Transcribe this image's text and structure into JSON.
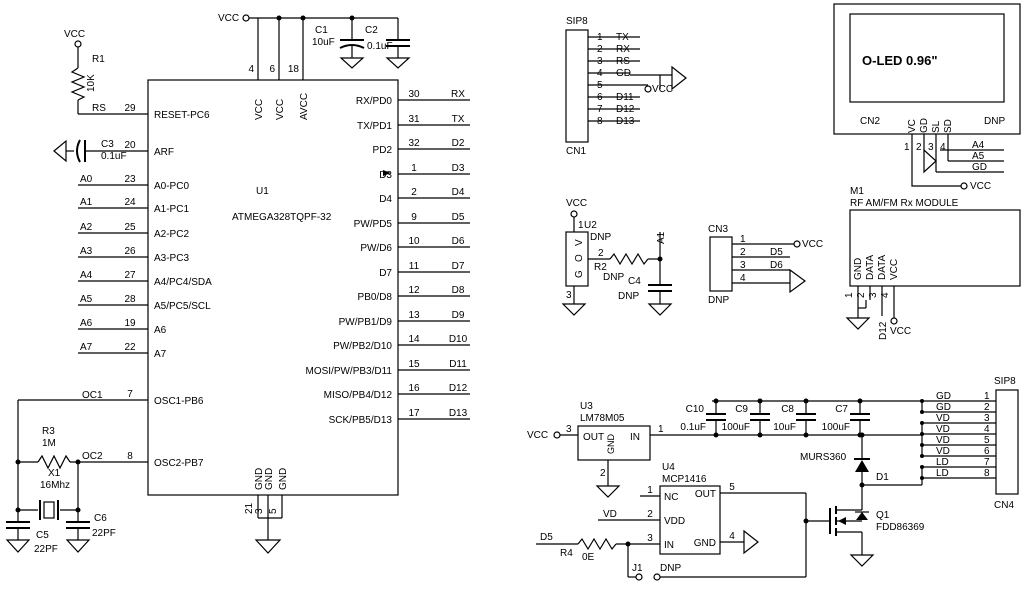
{
  "mcu": {
    "ref": "U1",
    "part": "ATMEGA328TQPF-32",
    "left_pins": [
      {
        "num": "29",
        "name": "RESET-PC6",
        "net": "RS"
      },
      {
        "num": "20",
        "name": "ARF",
        "net": ""
      },
      {
        "num": "23",
        "name": "A0-PC0",
        "net": "A0"
      },
      {
        "num": "24",
        "name": "A1-PC1",
        "net": "A1"
      },
      {
        "num": "25",
        "name": "A2-PC2",
        "net": "A2"
      },
      {
        "num": "26",
        "name": "A3-PC3",
        "net": "A3"
      },
      {
        "num": "27",
        "name": "A4/PC4/SDA",
        "net": "A4"
      },
      {
        "num": "28",
        "name": "A5/PC5/SCL",
        "net": "A5"
      },
      {
        "num": "19",
        "name": "A6",
        "net": "A6"
      },
      {
        "num": "22",
        "name": "A7",
        "net": "A7"
      },
      {
        "num": "7",
        "name": "OSC1-PB6",
        "net": "OC1"
      },
      {
        "num": "8",
        "name": "OSC2-PB7",
        "net": "OC2"
      }
    ],
    "right_pins": [
      {
        "num": "30",
        "name": "RX/PD0",
        "net": "RX"
      },
      {
        "num": "31",
        "name": "TX/PD1",
        "net": "TX"
      },
      {
        "num": "32",
        "name": "PD2",
        "net": "D2"
      },
      {
        "num": "1",
        "name": "D3",
        "net": "D3"
      },
      {
        "num": "2",
        "name": "D4",
        "net": "D4"
      },
      {
        "num": "9",
        "name": "PW/PD5",
        "net": "D5"
      },
      {
        "num": "10",
        "name": "PW/D6",
        "net": "D6"
      },
      {
        "num": "11",
        "name": "D7",
        "net": "D7"
      },
      {
        "num": "12",
        "name": "PB0/D8",
        "net": "D8"
      },
      {
        "num": "13",
        "name": "PW/PB1/D9",
        "net": "D9"
      },
      {
        "num": "14",
        "name": "PW/PB2/D10",
        "net": "D10"
      },
      {
        "num": "15",
        "name": "MOSI/PW/PB3/D11",
        "net": "D11"
      },
      {
        "num": "16",
        "name": "MISO/PB4/D12",
        "net": "D12"
      },
      {
        "num": "17",
        "name": "SCK/PB5/D13",
        "net": "D13"
      }
    ],
    "top_pins": [
      {
        "num": "4",
        "name": "VCC"
      },
      {
        "num": "6",
        "name": "VCC"
      },
      {
        "num": "18",
        "name": "AVCC"
      }
    ],
    "bottom_pins": [
      {
        "num": "21",
        "name": "GND"
      },
      {
        "num": "3",
        "name": "GND"
      },
      {
        "num": "5",
        "name": "GND"
      }
    ]
  },
  "labels": {
    "vcc": "VCC",
    "r1": "R1",
    "r1_val": "10K",
    "rs": "RS",
    "c1": "C1",
    "c1_val": "10uF",
    "c2": "C2",
    "c2_val": "0.1uF",
    "c3": "C3",
    "c3_val": "0.1uF",
    "r3": "R3",
    "r3_val": "1M",
    "x1": "X1",
    "x1_val": "16Mhz",
    "c5": "C5",
    "c5_val": "22PF",
    "c6": "C6",
    "c6_val": "22PF",
    "oc1": "OC1",
    "oc2": "OC2"
  },
  "cn1": {
    "type": "SIP8",
    "ref": "CN1",
    "pins": [
      {
        "num": "1",
        "net": "TX"
      },
      {
        "num": "2",
        "net": "RX"
      },
      {
        "num": "3",
        "net": "RS"
      },
      {
        "num": "4",
        "net": "GD"
      },
      {
        "num": "5",
        "net": ""
      },
      {
        "num": "6",
        "net": "D11"
      },
      {
        "num": "7",
        "net": "D12"
      },
      {
        "num": "8",
        "net": "D13"
      }
    ],
    "vcc": "VCC"
  },
  "oled": {
    "title": "O-LED 0.96\"",
    "ref": "CN2",
    "dnp": "DNP",
    "pin_names": [
      "VC",
      "GD",
      "SL",
      "SD"
    ],
    "pins": [
      {
        "num": "1",
        "net": ""
      },
      {
        "num": "2",
        "net": ""
      },
      {
        "num": "3",
        "net": "GD"
      },
      {
        "num": "4",
        "net": "A5"
      }
    ],
    "a4": "A4",
    "vcc": "VCC"
  },
  "rf": {
    "ref": "M1",
    "title": "RF AM/FM Rx MODULE",
    "pin_names": [
      "GND",
      "DATA",
      "DATA",
      "VCC"
    ],
    "pins": [
      "1",
      "2",
      "3",
      "4"
    ],
    "d12": "D12",
    "vcc": "VCC"
  },
  "u2": {
    "ref": "U2",
    "dnp": "DNP",
    "pin_names": [
      "V",
      "O",
      "G"
    ],
    "pins": [
      "1",
      "2",
      "3"
    ],
    "vcc": "VCC",
    "r2": "R2",
    "r2_dnp": "DNP",
    "a1": "A1",
    "c4": "C4",
    "c4_dnp": "DNP"
  },
  "cn3": {
    "ref": "CN3",
    "dnp": "DNP",
    "pins": [
      {
        "num": "1",
        "net": ""
      },
      {
        "num": "2",
        "net": "D5"
      },
      {
        "num": "3",
        "net": "D6"
      },
      {
        "num": "4",
        "net": ""
      }
    ],
    "vcc": "VCC"
  },
  "power": {
    "u3": "U3",
    "u3_part": "LM78M05",
    "out": "OUT",
    "in": "IN",
    "gnd": "GND",
    "pin3": "3",
    "pin2": "2",
    "pin1": "1",
    "vcc": "VCC",
    "caps": [
      {
        "ref": "C10",
        "val": "0.1uF"
      },
      {
        "ref": "C9",
        "val": "100uF"
      },
      {
        "ref": "C8",
        "val": "10uF"
      },
      {
        "ref": "C7",
        "val": "100uF"
      }
    ],
    "murs": "MURS360",
    "d1": "D1",
    "q1": "Q1",
    "q1_part": "FDD86369"
  },
  "u4": {
    "ref": "U4",
    "part": "MCP1416",
    "left": [
      {
        "num": "1",
        "name": "NC"
      },
      {
        "num": "2",
        "name": "VDD"
      },
      {
        "num": "3",
        "name": "IN"
      }
    ],
    "right": [
      {
        "num": "5",
        "name": "OUT"
      },
      {
        "num": "4",
        "name": "GND"
      }
    ],
    "vd": "VD",
    "d5": "D5",
    "r4": "R4",
    "r4_val": "0E",
    "j1": "J1",
    "j1_dnp": "DNP"
  },
  "cn4": {
    "type": "SIP8",
    "ref": "CN4",
    "pins": [
      {
        "num": "1",
        "net": "GD"
      },
      {
        "num": "2",
        "net": "GD"
      },
      {
        "num": "3",
        "net": "VD"
      },
      {
        "num": "4",
        "net": "VD"
      },
      {
        "num": "5",
        "net": "VD"
      },
      {
        "num": "6",
        "net": "VD"
      },
      {
        "num": "7",
        "net": "LD"
      },
      {
        "num": "8",
        "net": "LD"
      }
    ]
  }
}
